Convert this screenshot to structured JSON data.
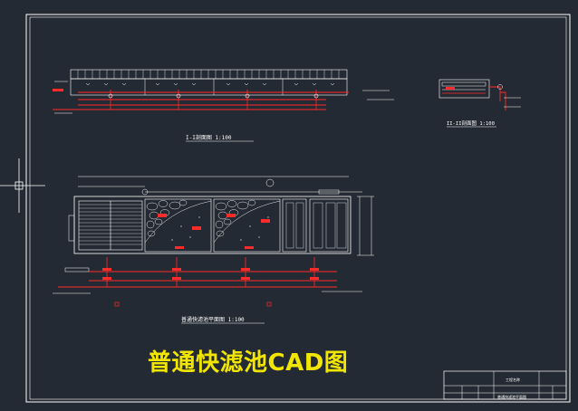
{
  "sheet": {
    "caption": "普通快滤池CAD图",
    "colors": {
      "background": "#242a33",
      "frame": "#ffffff",
      "red": "#ff2a2a",
      "caption": "#f2e600",
      "cursor": "#ffffff"
    }
  },
  "views": {
    "section_1": {
      "label": "I-I剖面图  1:100"
    },
    "section_2": {
      "label": "II-II剖面图  1:100"
    },
    "plan": {
      "label": "普通快滤池平面图  1:100"
    }
  },
  "title_block": {
    "drawing_name": "普通快滤池平面图",
    "project": "工程名称"
  },
  "cursor": {
    "icon": "crosshair-cursor-icon"
  }
}
